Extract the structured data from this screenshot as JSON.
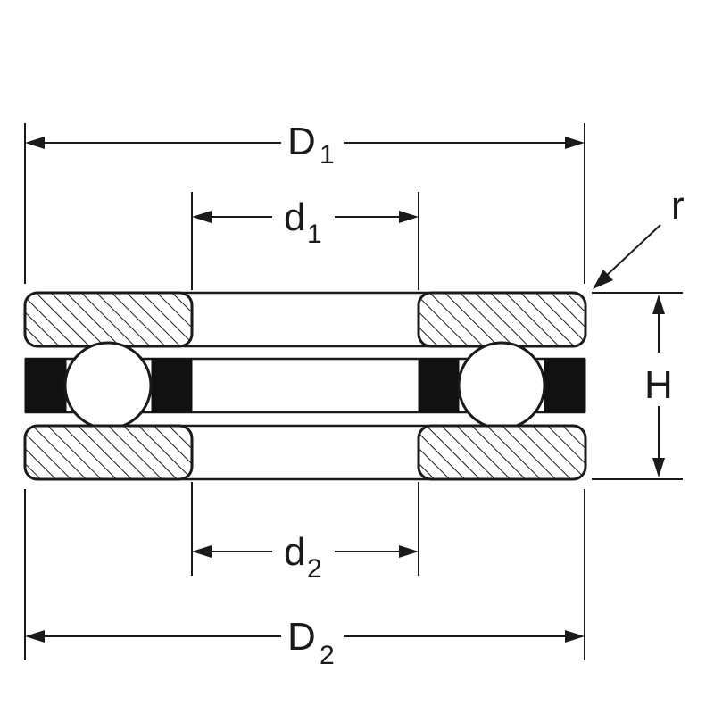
{
  "labels": {
    "D1": {
      "main": "D",
      "sub": "1"
    },
    "d1": {
      "main": "d",
      "sub": "1"
    },
    "d2": {
      "main": "d",
      "sub": "2"
    },
    "D2": {
      "main": "D",
      "sub": "2"
    },
    "H": "H",
    "r": "r"
  },
  "colors": {
    "line": "#1a1a1a",
    "cage": "#111111",
    "background": "#ffffff"
  }
}
